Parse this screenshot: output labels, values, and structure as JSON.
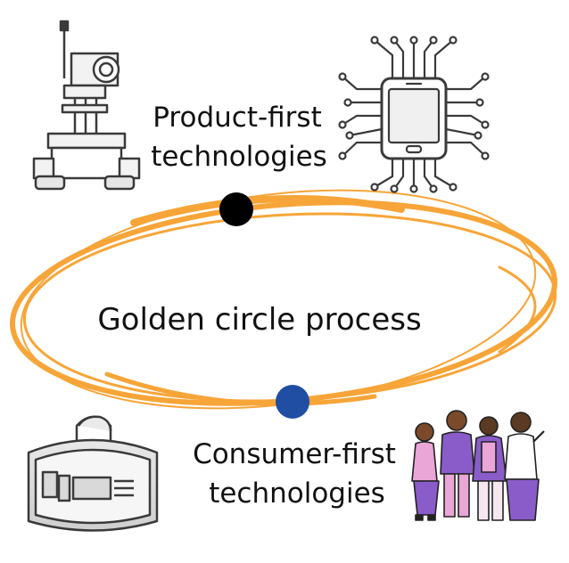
{
  "labels": {
    "top": [
      "Product-first",
      "technologies"
    ],
    "center": "Golden circle process",
    "bottom": [
      "Consumer-first",
      "technologies"
    ]
  },
  "icons": {
    "robot": "robot-icon",
    "phone_chip": "smartphone-circuit-icon",
    "vr_user": "vr-headset-user-icon",
    "people_group": "people-group-icon"
  },
  "colors": {
    "ring": "#f7a538",
    "dot_top": "#000000",
    "dot_bottom": "#1f4ea3",
    "line_art": "#3a3a3a",
    "people_purple": "#8a5cc9",
    "people_pink": "#e9a6d6"
  }
}
